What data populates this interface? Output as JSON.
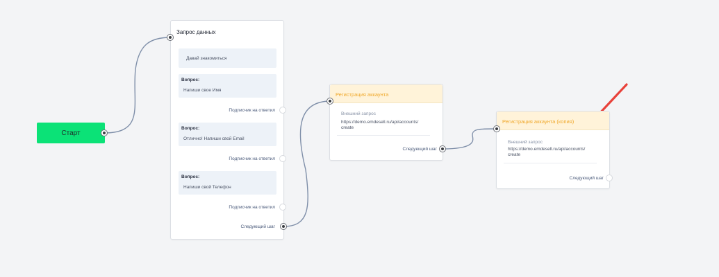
{
  "start": {
    "label": "Старт"
  },
  "collect": {
    "title": "Запрос данных",
    "messages": [
      {
        "kind": "text",
        "text": "Давай знакомиться"
      },
      {
        "kind": "question",
        "label": "Вопрос:",
        "text": "Напиши свое Имя",
        "link": "Подписчик на ответил"
      },
      {
        "kind": "question",
        "label": "Вопрос:",
        "text": "Отлично! Напиши свой Email",
        "link": "Подписчик на ответил"
      },
      {
        "kind": "question",
        "label": "Вопрос:",
        "text": "Напиши свой Телефон",
        "link": "Подписчик на ответил"
      }
    ],
    "next": "Следующий шаг"
  },
  "register": {
    "title": "Регистрация аккаунта",
    "request_label": "Внешний запрос",
    "url_line1": "https://demo.emdesell.ru/api/accounts/",
    "url_line2": "create",
    "next": "Следующий шаг"
  },
  "register_copy": {
    "title": "Регистрация аккаунта (копия)",
    "request_label": "Внешний запрос",
    "url_line1": "https://demo.emdesell.ru/api/accounts/",
    "url_line2": "create",
    "next": "Следующий шаг"
  },
  "colors": {
    "canvas": "#f3f4f6",
    "start": "#0be277",
    "edge": "#7f8fa9",
    "action_header": "#fff3d9",
    "action_title": "#f0a92d",
    "arrow": "#e8413a"
  }
}
